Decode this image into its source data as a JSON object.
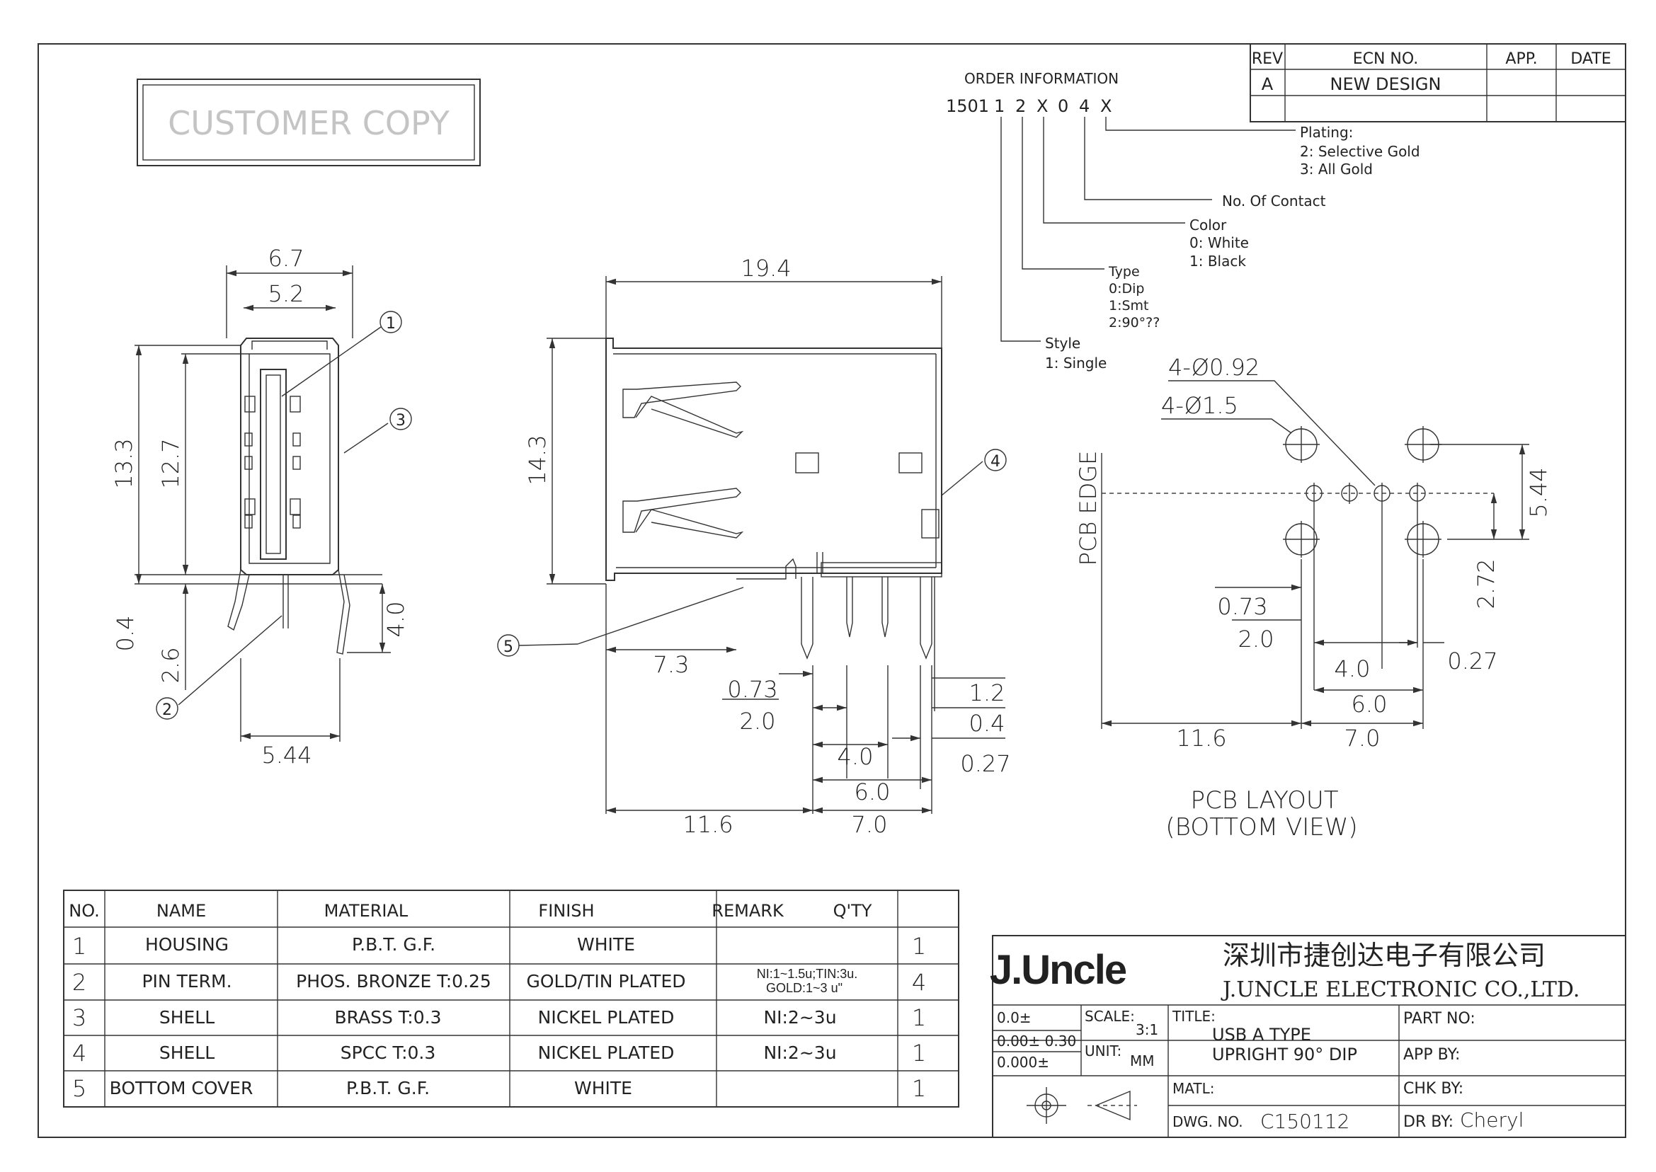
{
  "customer_copy": "CUSTOMER COPY",
  "revision": {
    "headers": [
      "REV",
      "ECN NO.",
      "APP.",
      "DATE"
    ],
    "rows": [
      [
        "A",
        "NEW DESIGN",
        "",
        ""
      ]
    ]
  },
  "order_info": {
    "title": "ORDER INFORMATION",
    "code": [
      "1501",
      "1",
      "2",
      "X",
      "0",
      "4",
      "X"
    ],
    "plating": {
      "label": "Plating:",
      "options": [
        "2: Selective Gold",
        "3: All Gold"
      ]
    },
    "contact": {
      "label": "No. Of Contact"
    },
    "color": {
      "label": "Color",
      "options": [
        "0: White",
        "1: Black"
      ]
    },
    "type": {
      "label": "Type",
      "options": [
        "0:Dip",
        "1:Smt",
        "2:90°??"
      ]
    },
    "style": {
      "label": "Style",
      "options": [
        "1: Single"
      ]
    }
  },
  "front_view": {
    "dims": {
      "w1": "6.7",
      "w2": "5.2",
      "h1": "13.3",
      "h2": "12.7",
      "d1": "0.4",
      "d2": "2.6",
      "d3": "4.0",
      "d4": "5.44"
    },
    "callouts": [
      "1",
      "2",
      "3"
    ]
  },
  "side_view": {
    "dims": {
      "len": "19.4",
      "h": "14.3",
      "a": "7.3",
      "b": "0.73",
      "c": "2.0",
      "d": "4.0",
      "e": "6.0",
      "f": "11.6",
      "g": "7.0",
      "h2": "1.2",
      "i": "0.4",
      "j": "0.27"
    },
    "callouts": [
      "4",
      "5"
    ]
  },
  "pcb_layout": {
    "edge_label": "PCB EDGE",
    "hole1": "4-Ø0.92",
    "hole2": "4-Ø1.5",
    "dims": {
      "a": "5.44",
      "b": "2.72",
      "c": "0.73",
      "d": "2.0",
      "e": "4.0",
      "f": "0.27",
      "g": "6.0",
      "h": "11.6",
      "i": "7.0"
    },
    "title1": "PCB LAYOUT",
    "title2": "(BOTTOM  VIEW)"
  },
  "bom": {
    "headers": [
      "NO.",
      "NAME",
      "MATERIAL",
      "FINISH",
      "REMARK",
      "Q'TY"
    ],
    "rows": [
      {
        "no": "1",
        "name": "HOUSING",
        "material": "P.B.T. G.F.",
        "finish": "WHITE",
        "remark": "",
        "remark2": "",
        "qty": "1"
      },
      {
        "no": "2",
        "name": "PIN  TERM.",
        "material": "PHOS. BRONZE  T:0.25",
        "finish": "GOLD/TIN  PLATED",
        "remark": "NI:1~1.5u;TIN:3u.",
        "remark2": "GOLD:1~3 u\"",
        "qty": "4"
      },
      {
        "no": "3",
        "name": "SHELL",
        "material": "BRASS  T:0.3",
        "finish": "NICKEL  PLATED",
        "remark": "NI:2~3u",
        "remark2": "",
        "qty": "1"
      },
      {
        "no": "4",
        "name": "SHELL",
        "material": "SPCC  T:0.3",
        "finish": "NICKEL  PLATED",
        "remark": "NI:2~3u",
        "remark2": "",
        "qty": "1"
      },
      {
        "no": "5",
        "name": "BOTTOM COVER",
        "material": "P.B.T. G.F.",
        "finish": "WHITE",
        "remark": "",
        "remark2": "",
        "qty": "1"
      }
    ]
  },
  "title_block": {
    "logo": "J.Uncle",
    "company_cn": "深圳市捷创达电子有限公司",
    "company_en": "J.UNCLE ELECTRONIC CO.,LTD.",
    "tol1": "0.0±",
    "tol2": "0.00± 0.30",
    "tol3": "0.000±",
    "scale_label": "SCALE:",
    "scale_value": "3:1",
    "unit_label": "UNIT:",
    "unit_value": "MM",
    "title_label": "TITLE:",
    "title_line1": "USB  A  TYPE",
    "title_line2": "UPRIGHT 90°  DIP",
    "part_no_label": "PART NO:",
    "app_by_label": "APP BY:",
    "chk_by_label": "CHK BY:",
    "matl_label": "MATL:",
    "dwg_no_label": "DWG. NO.",
    "dwg_no": "C150112",
    "dr_by_label": "DR BY:",
    "dr_by": "Cheryl"
  }
}
